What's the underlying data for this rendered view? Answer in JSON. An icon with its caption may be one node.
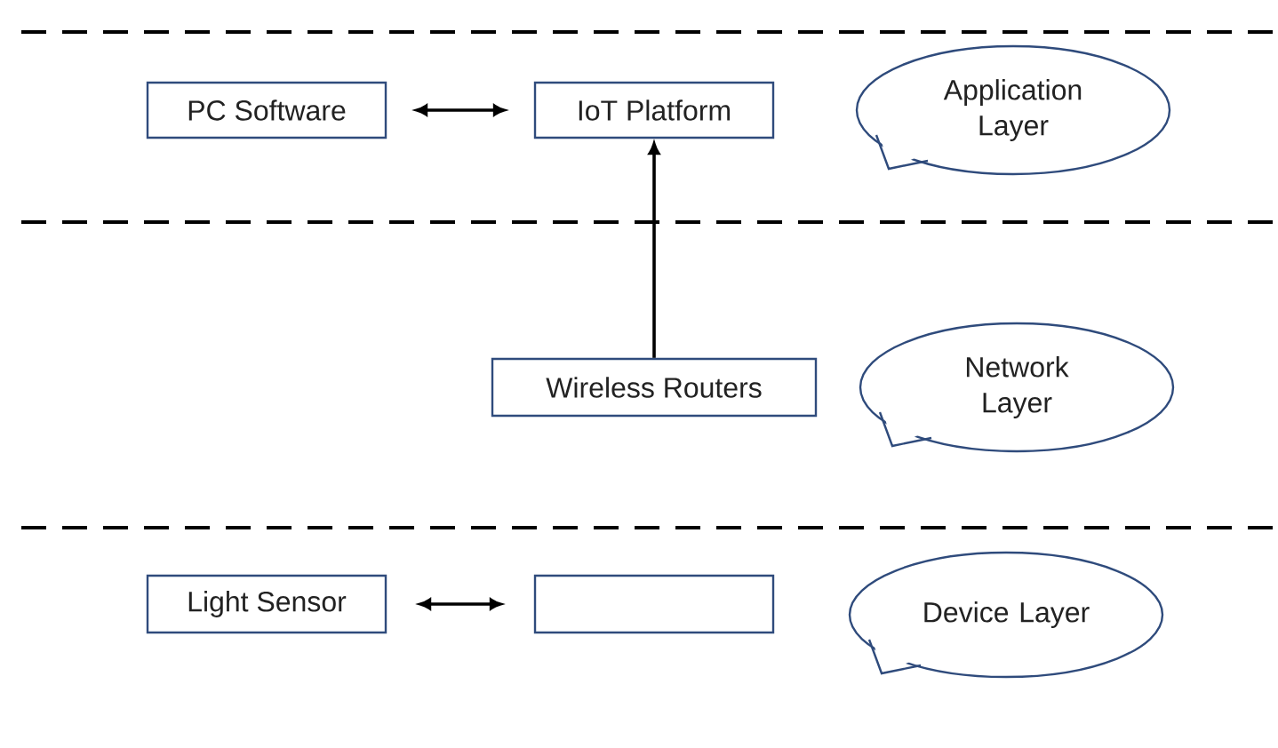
{
  "diagram": {
    "nodes": [
      {
        "text": [
          "PC Software"
        ]
      },
      {
        "text": [
          "IoT Platform"
        ]
      },
      {
        "text": [
          "Application Layer"
        ]
      },
      {
        "text": [
          "Wireless Routers"
        ]
      },
      {
        "text": [
          "Network Layer"
        ]
      },
      {
        "text": [
          "Light Sensor"
        ]
      },
      {
        "text": [],
        "shape": "box"
      },
      {
        "text": [
          "Device Layer"
        ]
      }
    ],
    "edges": [
      {
        "from": 0,
        "to": 1,
        "arrow": "both"
      },
      {
        "from": 3,
        "to": 1,
        "arrow": "to"
      },
      {
        "from": 5,
        "to": 6,
        "arrow": "both"
      }
    ]
  }
}
